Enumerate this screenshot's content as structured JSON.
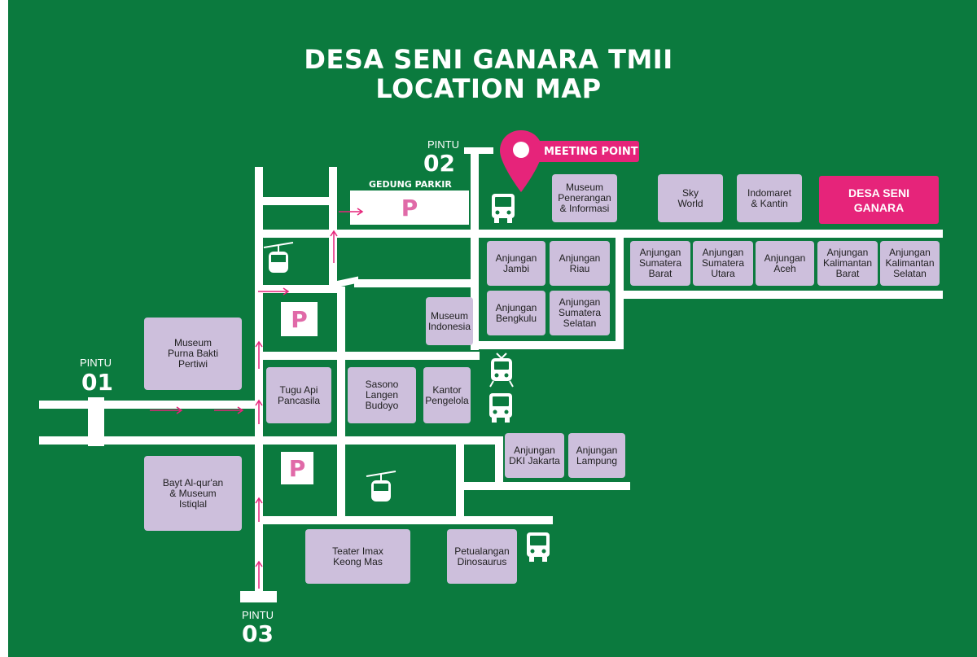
{
  "map": {
    "title_line1": "DESA SENI GANARA TMII",
    "title_line2": "LOCATION MAP",
    "meeting_point": "MEETING POINT",
    "parking_building": "GEDUNG PARKIR",
    "parking_symbol": "P",
    "gates": [
      {
        "word": "PINTU",
        "number": "01"
      },
      {
        "word": "PINTU",
        "number": "02"
      },
      {
        "word": "PINTU",
        "number": "03"
      }
    ],
    "places": {
      "museum_penerangan": "Museum\nPenerangan\n& Informasi",
      "sky_world": "Sky\nWorld",
      "indomaret": "Indomaret\n& Kantin",
      "desa_seni": "DESA SENI\nGANARA",
      "jambi": "Anjungan\nJambi",
      "riau": "Anjungan\nRiau",
      "sumbar": "Anjungan\nSumatera\nBarat",
      "sumut": "Anjungan\nSumatera\nUtara",
      "aceh": "Anjungan\nAceh",
      "kalbar": "Anjungan\nKalimantan\nBarat",
      "kalsel": "Anjungan\nKalimantan\nSelatan",
      "bengkulu": "Anjungan\nBengkulu",
      "sumsel": "Anjungan\nSumatera\nSelatan",
      "museum_indonesia": "Museum\nIndonesia",
      "purna_bakti": "Museum\nPurna Bakti\nPertiwi",
      "tugu_api": "Tugu Api\nPancasila",
      "sasono": "Sasono\nLangen\nBudoyo",
      "kantor": "Kantor\nPengelola",
      "dki": "Anjungan\nDKI Jakarta",
      "lampung": "Anjungan\nLampung",
      "bayt": "Bayt Al-qur'an\n& Museum\nIstiqlal",
      "teater": "Teater Imax\nKeong Mas",
      "petualangan": "Petualangan\nDinosaurus"
    },
    "icons": [
      "bus-icon",
      "cable-car-icon",
      "train-icon",
      "location-pin-icon",
      "arrow-icon"
    ],
    "colors": {
      "background": "#0b7a3e",
      "road": "#ffffff",
      "place": "#cdbfdc",
      "accent": "#e6247a",
      "parking_letter": "#e06aa8"
    }
  }
}
